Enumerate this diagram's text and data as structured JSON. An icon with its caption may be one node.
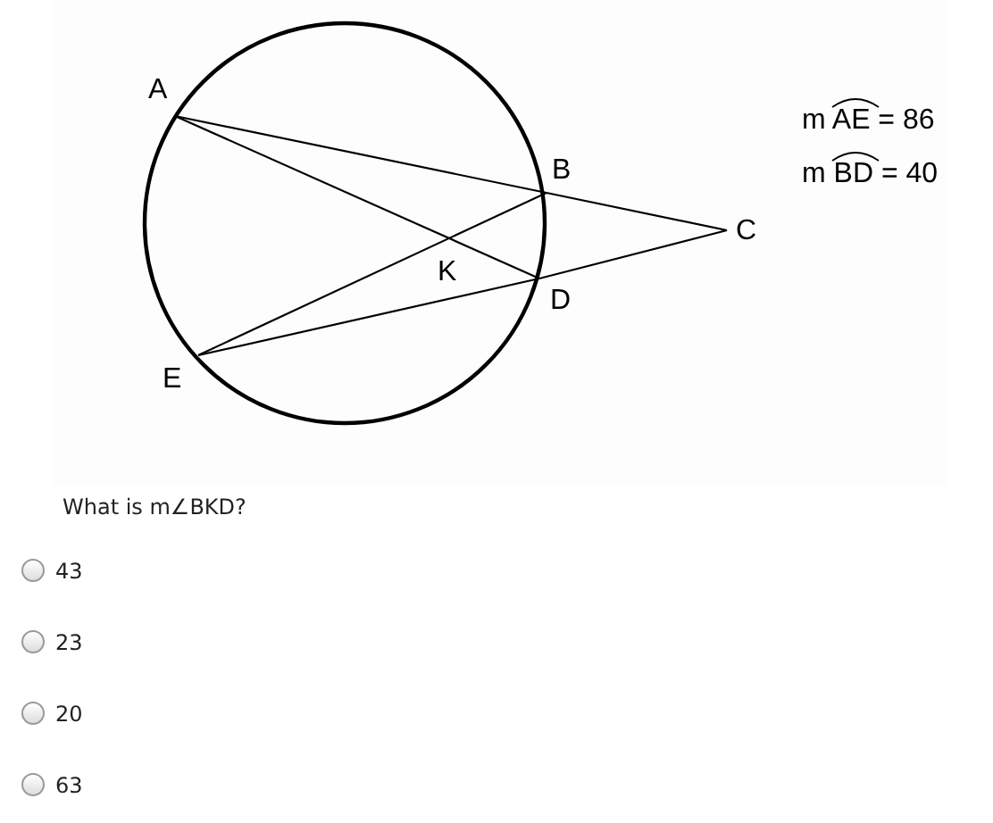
{
  "diagram": {
    "nodes": [
      {
        "text": [
          "A"
        ]
      },
      {
        "text": [
          "B"
        ]
      },
      {
        "text": [
          "C"
        ]
      },
      {
        "text": [
          "D"
        ]
      },
      {
        "text": [
          "E"
        ]
      }
    ],
    "edges": [
      {
        "from": 0,
        "to": 1,
        "arrow": "none"
      },
      {
        "from": 1,
        "to": 2,
        "arrow": "none"
      },
      {
        "from": 0,
        "to": 3,
        "arrow": "none"
      },
      {
        "from": 4,
        "to": 1,
        "arrow": "none"
      },
      {
        "from": 4,
        "to": 3,
        "arrow": "none"
      },
      {
        "from": 3,
        "to": 2,
        "arrow": "none"
      }
    ],
    "labels": [
      "K",
      "m AE = 86",
      "m BD = 40",
      "What is m∠BKD?",
      "43",
      "23",
      "20",
      "63"
    ]
  }
}
